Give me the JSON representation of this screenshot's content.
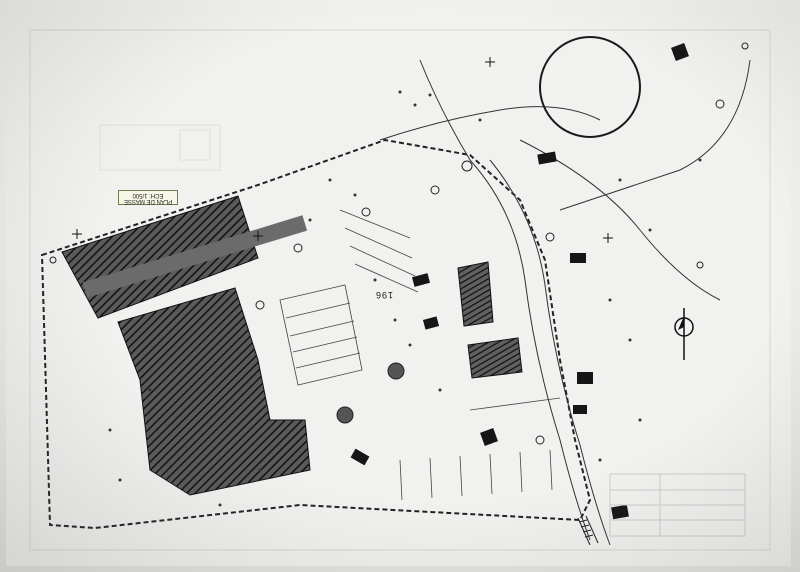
{
  "photo": {
    "subject": "site-plan-printout",
    "colors": {
      "paper": "#efefed",
      "ink": "#1a1a1a",
      "background": "#8a8a86"
    }
  },
  "plan": {
    "title_box": {
      "title": "PLAN DE MASSE",
      "scale": "ECH: 1/500"
    },
    "elevation_label": "196"
  }
}
